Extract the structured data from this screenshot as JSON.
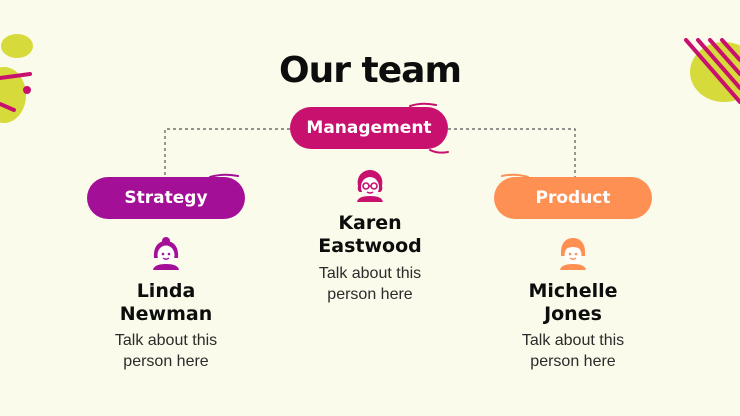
{
  "title": "Our team",
  "colors": {
    "background": "#fbfbeb",
    "magenta": "#c8116f",
    "purple": "#a40f97",
    "orange": "#fe9053",
    "lime": "#d6da3a"
  },
  "management": {
    "label": "Management"
  },
  "departments": [
    {
      "label": "Strategy",
      "name_line1": "Linda",
      "name_line2": "Newman",
      "desc_line1": "Talk about this",
      "desc_line2": "person here",
      "icon": "woman-avatar-icon"
    },
    {
      "label": "Product",
      "name_line1": "Michelle",
      "name_line2": "Jones",
      "desc_line1": "Talk about this",
      "desc_line2": "person here",
      "icon": "woman-avatar-icon"
    }
  ],
  "lead": {
    "name_line1": "Karen",
    "name_line2": "Eastwood",
    "desc_line1": "Talk about this",
    "desc_line2": "person here",
    "icon": "glasses-avatar-icon"
  }
}
